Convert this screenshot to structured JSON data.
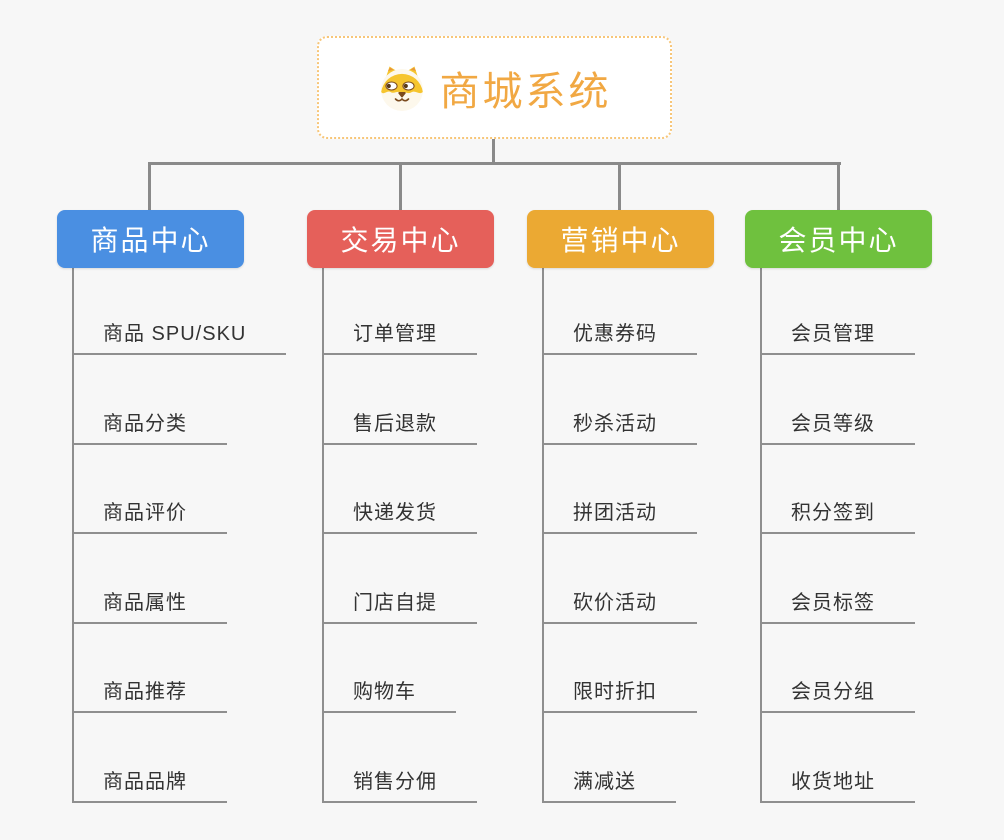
{
  "root": {
    "title": "商城系统",
    "icon": "shiba-dog-icon"
  },
  "branches": [
    {
      "label": "商品中心",
      "color": "#4a8fe2",
      "children": [
        "商品 SPU/SKU",
        "商品分类",
        "商品评价",
        "商品属性",
        "商品推荐",
        "商品品牌"
      ]
    },
    {
      "label": "交易中心",
      "color": "#e5605a",
      "children": [
        "订单管理",
        "售后退款",
        "快递发货",
        "门店自提",
        "购物车",
        "销售分佣"
      ]
    },
    {
      "label": "营销中心",
      "color": "#eba933",
      "children": [
        "优惠券码",
        "秒杀活动",
        "拼团活动",
        "砍价活动",
        "限时折扣",
        "满减送"
      ]
    },
    {
      "label": "会员中心",
      "color": "#6fc13e",
      "children": [
        "会员管理",
        "会员等级",
        "积分签到",
        "会员标签",
        "会员分组",
        "收货地址"
      ]
    }
  ],
  "colors": {
    "background": "#f7f7f7",
    "connector": "#8a8a8a",
    "root_border": "#f7c679",
    "root_text": "#f1a843",
    "child_text": "#333333"
  }
}
